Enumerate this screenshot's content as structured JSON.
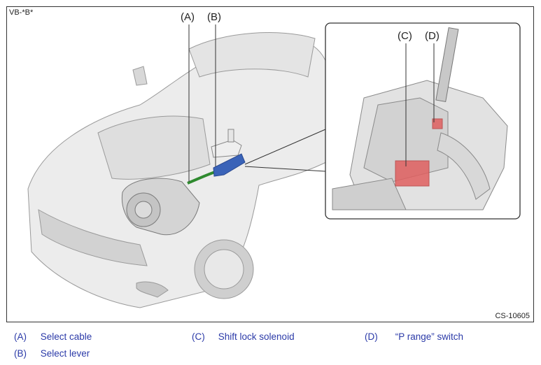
{
  "figure": {
    "code_top_left": "VB-*B*",
    "code_bottom_right": "CS-10605",
    "callouts": {
      "A": "(A)",
      "B": "(B)",
      "C": "(C)",
      "D": "(D)"
    }
  },
  "legend": [
    {
      "key": "(A)",
      "label": "Select cable"
    },
    {
      "key": "(B)",
      "label": "Select lever"
    },
    {
      "key": "(C)",
      "label": "Shift lock solenoid"
    },
    {
      "key": "(D)",
      "label": "“P range” switch"
    }
  ],
  "colors": {
    "select_lever": "#3a63b8",
    "select_cable": "#2f8a2f",
    "highlight_red": "#e06060",
    "legend_text": "#2b3aa8"
  }
}
